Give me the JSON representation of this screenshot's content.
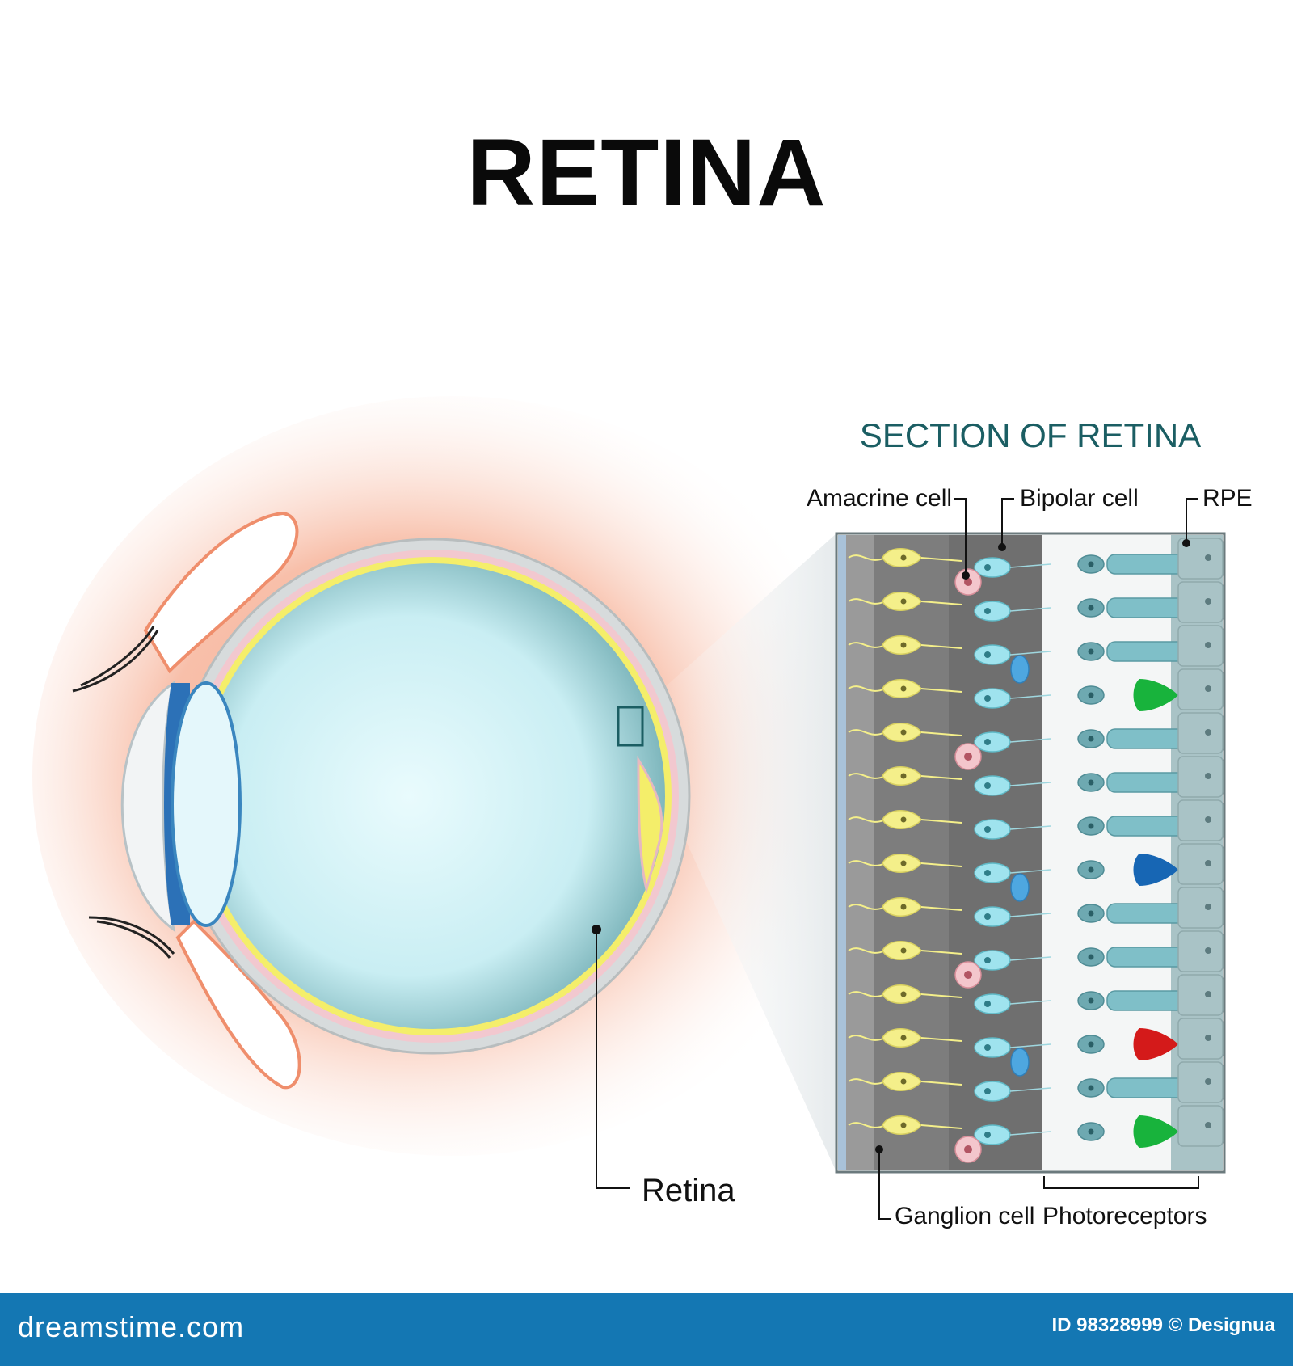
{
  "title": "RETINA",
  "section_title": "SECTION OF RETINA",
  "labels": {
    "amacrine": "Amacrine cell",
    "bipolar": "Bipolar cell",
    "rpe": "RPE",
    "ganglion": "Ganglion cell",
    "photoreceptors": "Photoreceptors",
    "retina": "Retina"
  },
  "footer": {
    "brand": "dreamstime.com",
    "id": "ID 98328999 © Designua"
  },
  "colors": {
    "title": "#0a0a0a",
    "section_title": "#1b5e63",
    "footer_bg": "#1477b3",
    "skin_glow": "#f6b49a",
    "vitreous": "#bfe9ef",
    "ganglion_layer": "#7d7d7d",
    "ganglion_cell": "#f4ef8a",
    "bipolar_cell": "#9fe3ee",
    "amacrine_cell": "#f3c6cc",
    "rod": "#7fbfc8",
    "rpe": "#a9c3c6",
    "cone_green": "#18b33c",
    "cone_blue": "#1766b4",
    "cone_red": "#d41a1a"
  }
}
